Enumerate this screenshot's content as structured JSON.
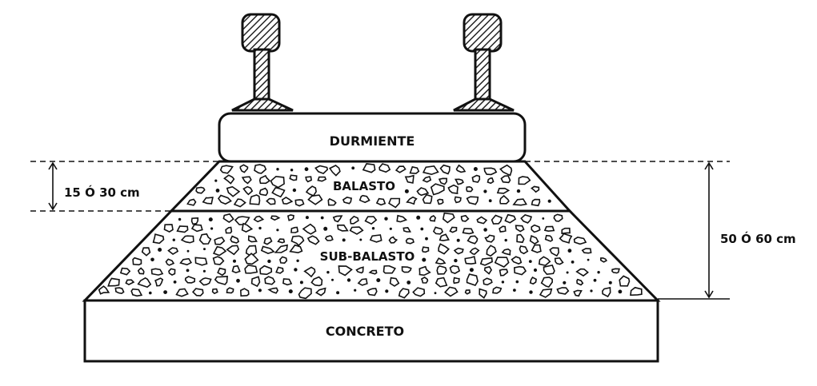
{
  "labels": {
    "sleeper": "DURMIENTE",
    "ballast": "BALASTO",
    "subballast": "SUB-BALASTO",
    "concrete": "CONCRETO"
  },
  "dimensions": {
    "ballast_depth": "15 Ó 30 cm",
    "total_depth": "50 Ó 60 cm"
  },
  "colors": {
    "ink": "#111111",
    "hatch": "#222222",
    "background": "#ffffff"
  }
}
